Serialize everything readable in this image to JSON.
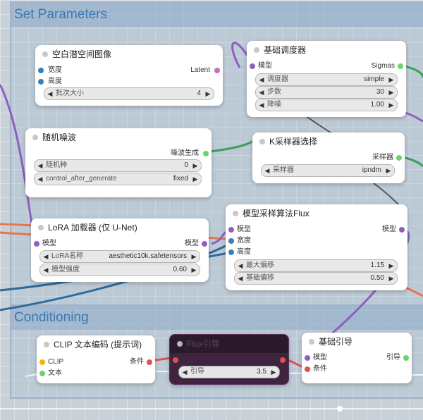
{
  "groups": {
    "set_parameters": "Set Parameters",
    "conditioning": "Conditioning"
  },
  "nodes": {
    "latent_image": {
      "title": "空白潜空间图像",
      "inputs": [
        "宽度",
        "高度"
      ],
      "output": "Latent",
      "widgets": [
        {
          "label": "批次大小",
          "value": "4"
        }
      ]
    },
    "scheduler": {
      "title": "基础调度器",
      "input": "模型",
      "output": "Sigmas",
      "widgets": [
        {
          "label": "调度器",
          "value": "simple"
        },
        {
          "label": "步数",
          "value": "30"
        },
        {
          "label": "降噪",
          "value": "1.00"
        }
      ]
    },
    "noise": {
      "title": "随机噪波",
      "output": "噪波生成",
      "widgets": [
        {
          "label": "随机种",
          "value": "0"
        },
        {
          "label": "control_after_generate",
          "value": "fixed"
        }
      ]
    },
    "sampler_select": {
      "title": "K采样器选择",
      "output": "采样器",
      "widgets": [
        {
          "label": "采样器",
          "value": "ipndm"
        }
      ]
    },
    "lora": {
      "title": "LoRA 加载器 (仅 U-Net)",
      "input": "模型",
      "output": "模型",
      "widgets": [
        {
          "label": "LoRA名称",
          "value": "aesthetic10k.safetensors"
        },
        {
          "label": "模型强度",
          "value": "0.60"
        }
      ]
    },
    "flux_sampling": {
      "title": "模型采样算法Flux",
      "inputs": [
        "模型",
        "宽度",
        "高度"
      ],
      "output": "模型",
      "widgets": [
        {
          "label": "最大偏移",
          "value": "1.15"
        },
        {
          "label": "基础偏移",
          "value": "0.50"
        }
      ]
    },
    "clip_encode": {
      "title": "CLIP 文本编码 (提示词)",
      "inputs": [
        "CLIP",
        "文本"
      ],
      "output": "条件"
    },
    "flux_guidance": {
      "title": "Flux引导",
      "widgets": [
        {
          "label": "引导",
          "value": "3.5"
        }
      ]
    },
    "basic_guider": {
      "title": "基础引导",
      "inputs": [
        "模型",
        "条件"
      ],
      "output": "引导"
    }
  },
  "colors": {
    "model": "#8e5fbf",
    "latent": "#ff9cf9",
    "int": "#3a7fb8",
    "sigmas": "#6bd36b",
    "conditioning": "#ffa931",
    "noise": "#3d9e5a",
    "link_orange": "#e8754a",
    "clip": "#f4b400"
  },
  "arrows": {
    "left": "◀",
    "right": "▶"
  }
}
